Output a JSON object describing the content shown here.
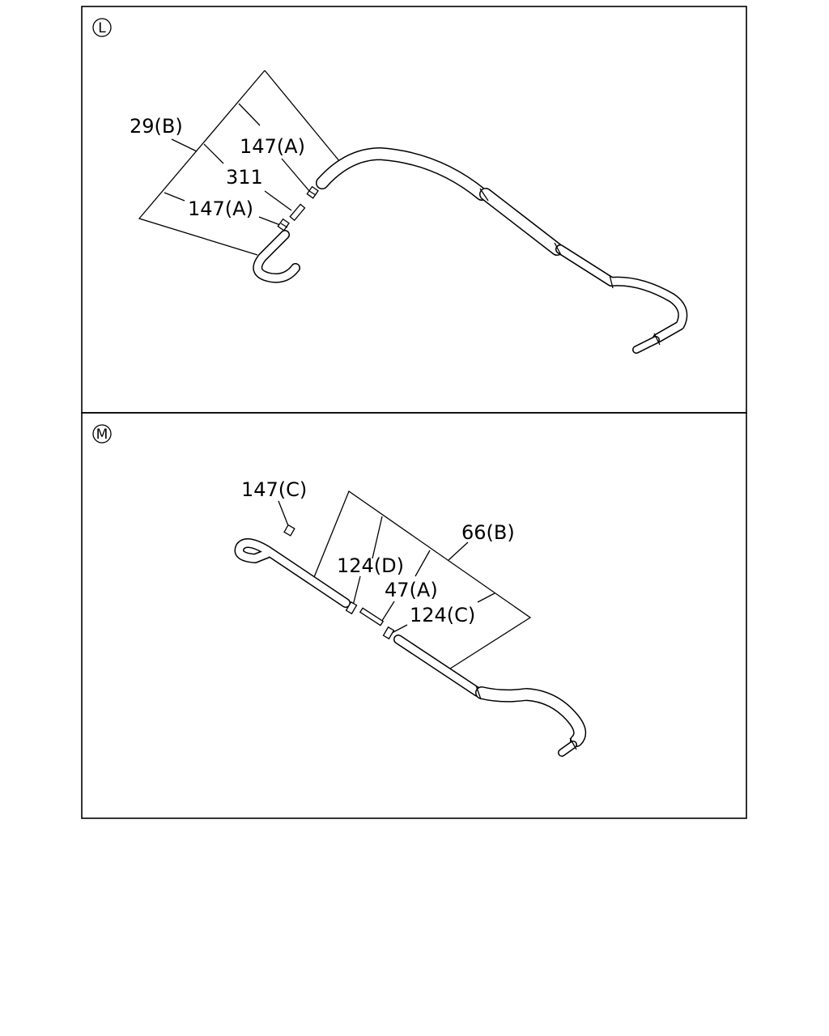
{
  "panels": [
    {
      "letter": "L",
      "labels": {
        "label_29b": "29(B)",
        "label_147a_top": "147(A)",
        "label_311": "311",
        "label_147a_bottom": "147(A)"
      }
    },
    {
      "letter": "M",
      "labels": {
        "label_147c": "147(C)",
        "label_66b": "66(B)",
        "label_124d": "124(D)",
        "label_47a": "47(A)",
        "label_124c": "124(C)"
      }
    }
  ]
}
